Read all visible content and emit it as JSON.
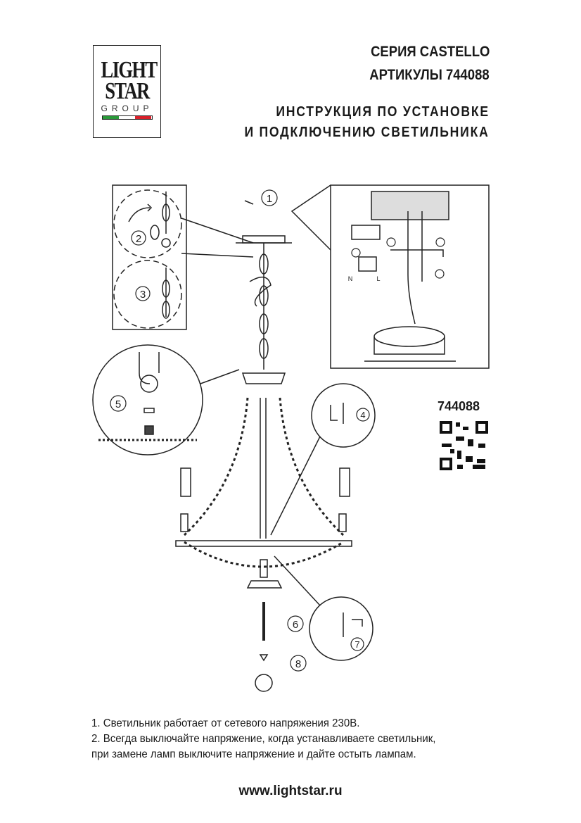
{
  "logo": {
    "line1": "LIGHT",
    "line2": "STAR",
    "line3": "GROUP",
    "flag_colors": [
      "#2a9a3a",
      "#ffffff",
      "#d8202a"
    ]
  },
  "header": {
    "series": "СЕРИЯ CASTELLO",
    "articles": "АРТИКУЛЫ 744088",
    "title_line1": "ИНСТРУКЦИЯ ПО УСТАНОВКЕ",
    "title_line2": "И ПОДКЛЮЧЕНИЮ СВЕТИЛЬНИКА"
  },
  "diagram": {
    "steps": [
      "1",
      "2",
      "3",
      "4",
      "5",
      "6",
      "7",
      "8"
    ],
    "wiring_labels": {
      "neutral": "N",
      "live": "L"
    },
    "article_label": "744088"
  },
  "notes": [
    "1. Светильник работает от сетевого напряжения 230В.",
    "2. Всегда выключайте напряжение, когда устанавливаете светильник,",
    "при замене ламп выключите напряжение и дайте остыть лампам."
  ],
  "footer": {
    "website": "www.lightstar.ru"
  }
}
